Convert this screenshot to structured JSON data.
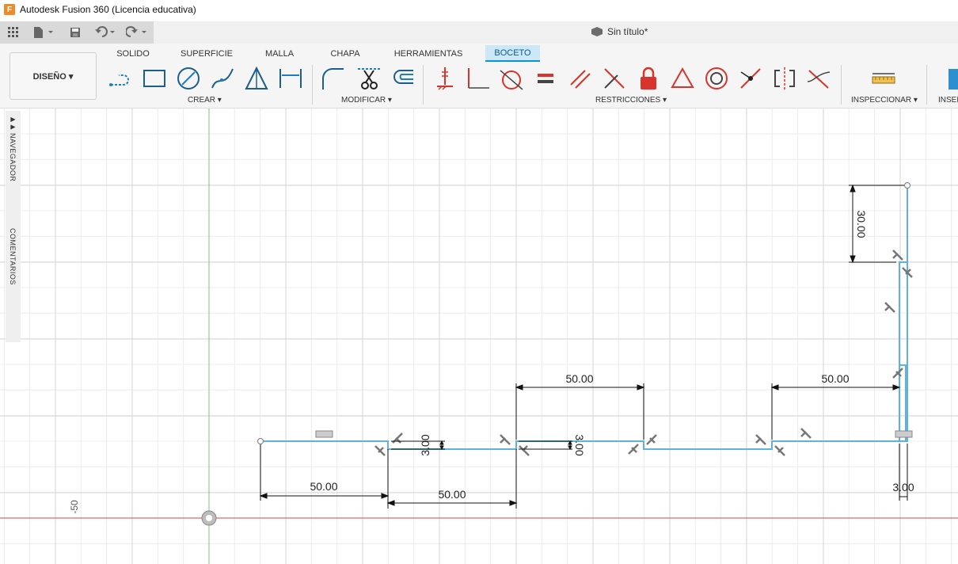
{
  "titlebar": {
    "title": "Autodesk Fusion 360 (Licencia educativa)",
    "logo": "F"
  },
  "document": {
    "title": "Sin título*"
  },
  "workspace": {
    "label": "DISEÑO ▾"
  },
  "tabs": [
    {
      "label": "SOLIDO"
    },
    {
      "label": "SUPERFICIE"
    },
    {
      "label": "MALLA"
    },
    {
      "label": "CHAPA"
    },
    {
      "label": "HERRAMIENTAS"
    },
    {
      "label": "BOCETO"
    }
  ],
  "groups": {
    "crear": "CREAR ▾",
    "modificar": "MODIFICAR ▾",
    "restricciones": "RESTRICCIONES ▾",
    "inspeccionar": "INSPECCIONAR ▾",
    "insertar": "INSER"
  },
  "sidebar": {
    "navegador": "NAVEGADOR",
    "comentarios": "COMENTARIOS"
  },
  "dimensions": {
    "d1": "50.00",
    "d2": "50.00",
    "d3": "50.00",
    "d4": "50.00",
    "d5": "3.00",
    "d6": "3.00",
    "d7": "30.00",
    "d8": "3.00",
    "axis_label": "-50"
  },
  "colors": {
    "sketch_line": "#5fb3d9",
    "accent_tab": "#0696d7",
    "constraint_red": "#d9342b",
    "x_axis": "#d24a4a",
    "y_axis": "#7cc47c"
  },
  "icons": [
    "grid-icon",
    "file-icon",
    "save-icon",
    "undo-icon",
    "redo-icon",
    "line-icon",
    "rectangle-icon",
    "circle-icon",
    "spline-icon",
    "polygon-icon",
    "dimension-icon",
    "fillet-icon",
    "trim-icon",
    "offset-icon",
    "perpendicular-icon",
    "coincident-icon",
    "tangent-icon",
    "equal-icon",
    "parallel-icon",
    "perpendicular-line-icon",
    "fix-lock-icon",
    "triangle-icon",
    "concentric-icon",
    "midpoint-icon",
    "symmetry-icon",
    "curvature-icon",
    "measure-icon"
  ]
}
